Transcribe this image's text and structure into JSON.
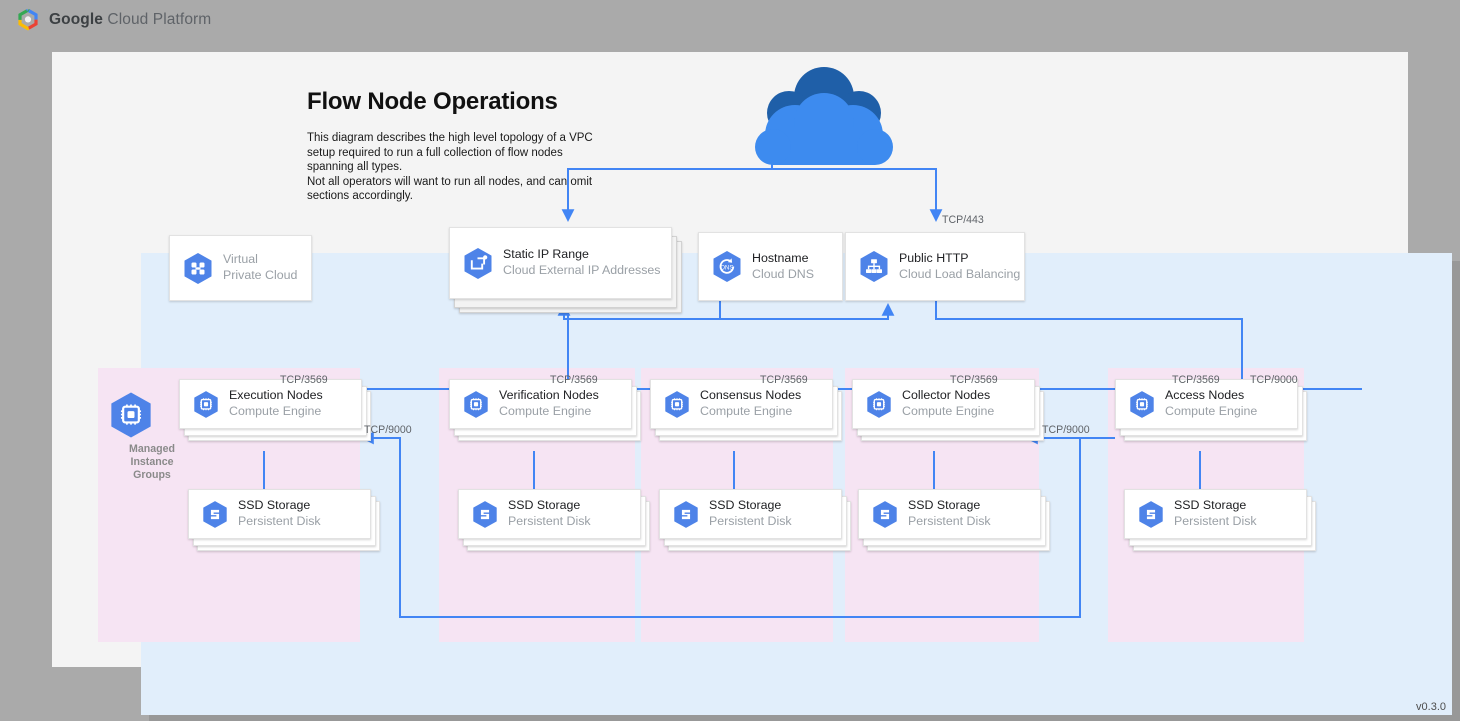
{
  "header": {
    "logo_icon": "google-cloud-logo-icon",
    "brand_bold": "Google",
    "brand_rest": " Cloud Platform"
  },
  "document": {
    "title": "Flow Node Operations",
    "description": "This diagram describes the high level topology of a VPC setup required to run a full collection of flow nodes spanning all types.\nNot all operators will want to run all nodes, and can omit sections accordingly.",
    "version": "v0.3.0"
  },
  "colors": {
    "page_background": "#aaaaaa",
    "paper": "#f4f4f4",
    "vpc_region": "#e1eefb",
    "group_region": "#f6e4f3",
    "connector": "#4285f4",
    "icon_blue": "#4e83e8",
    "cloud_light": "#3d8bef",
    "cloud_dark": "#1f5fa8",
    "title_text": "#202124",
    "muted_text": "#9aa0a6",
    "label_text": "#5f6368"
  },
  "internet": {
    "icon": "cloud-icon"
  },
  "top_row": [
    {
      "id": "vpc",
      "icon": "virtual-private-cloud-icon",
      "title": "Virtual",
      "subtitle": "Private Cloud",
      "style": "plain",
      "stacked": false
    },
    {
      "id": "static-ip-range",
      "icon": "cloud-external-ip-icon",
      "title": "Static IP Range",
      "subtitle": "Cloud External IP Addresses",
      "style": "normal",
      "stacked": true
    },
    {
      "id": "hostname",
      "icon": "cloud-dns-icon",
      "title": "Hostname",
      "subtitle": "Cloud DNS",
      "style": "normal",
      "stacked": false
    },
    {
      "id": "public-http",
      "icon": "cloud-load-balancing-icon",
      "title": "Public HTTP",
      "subtitle": "Cloud Load Balancing",
      "style": "normal",
      "stacked": false
    }
  ],
  "managed_instance_groups": {
    "icon": "compute-engine-icon",
    "label": "Managed\nInstance\nGroups"
  },
  "node_groups": [
    {
      "id": "execution",
      "node": {
        "icon": "compute-engine-icon",
        "title": "Execution Nodes",
        "subtitle": "Compute Engine"
      },
      "storage": {
        "icon": "persistent-disk-icon",
        "title": "SSD Storage",
        "subtitle": "Persistent Disk"
      },
      "ingress_label": "TCP/3569"
    },
    {
      "id": "verification",
      "node": {
        "icon": "compute-engine-icon",
        "title": "Verification Nodes",
        "subtitle": "Compute Engine"
      },
      "storage": {
        "icon": "persistent-disk-icon",
        "title": "SSD Storage",
        "subtitle": "Persistent Disk"
      },
      "ingress_label": "TCP/3569"
    },
    {
      "id": "consensus",
      "node": {
        "icon": "compute-engine-icon",
        "title": "Consensus Nodes",
        "subtitle": "Compute Engine"
      },
      "storage": {
        "icon": "persistent-disk-icon",
        "title": "SSD Storage",
        "subtitle": "Persistent Disk"
      },
      "ingress_label": "TCP/3569"
    },
    {
      "id": "collector",
      "node": {
        "icon": "compute-engine-icon",
        "title": "Collector Nodes",
        "subtitle": "Compute Engine"
      },
      "storage": {
        "icon": "persistent-disk-icon",
        "title": "SSD Storage",
        "subtitle": "Persistent Disk"
      },
      "ingress_label": "TCP/3569"
    },
    {
      "id": "access",
      "node": {
        "icon": "compute-engine-icon",
        "title": "Access Nodes",
        "subtitle": "Compute Engine"
      },
      "storage": {
        "icon": "persistent-disk-icon",
        "title": "SSD Storage",
        "subtitle": "Persistent Disk"
      },
      "ingress_label": "TCP/3569"
    }
  ],
  "edge_labels": {
    "https": "TCP/443",
    "access_extra": "TCP/9000",
    "access_to_collector": "TCP/9000",
    "access_to_execution": "TCP/9000"
  }
}
